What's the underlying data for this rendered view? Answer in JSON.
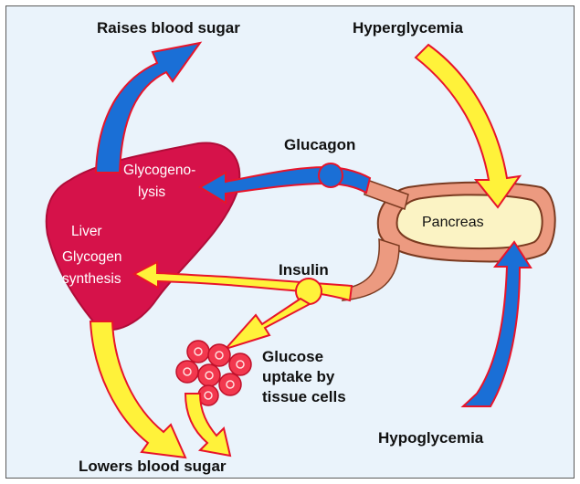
{
  "labels": {
    "raises_blood_sugar": "Raises blood sugar",
    "hyperglycemia": "Hyperglycemia",
    "glucagon": "Glucagon",
    "glycogenolysis_line1": "Glycogeno-",
    "glycogenolysis_line2": "lysis",
    "pancreas": "Pancreas",
    "liver": "Liver",
    "glycogen_synthesis_line1": "Glycogen",
    "glycogen_synthesis_line2": "synthesis",
    "insulin": "Insulin",
    "glucose_uptake_line1": "Glucose",
    "glucose_uptake_line2": "uptake by",
    "glucose_uptake_line3": "tissue cells",
    "hypoglycemia": "Hypoglycemia",
    "lowers_blood_sugar": "Lowers blood sugar"
  },
  "colors": {
    "background": "#eaf3fb",
    "liver": "#d6124a",
    "pancreas_fill": "#fbf3c4",
    "pancreas_outline": "#ec9a80",
    "blue_arrow": "#1a6fd6",
    "yellow_arrow": "#fff23a",
    "arrow_outline": "#e8142a",
    "cell": "#f2384e"
  }
}
